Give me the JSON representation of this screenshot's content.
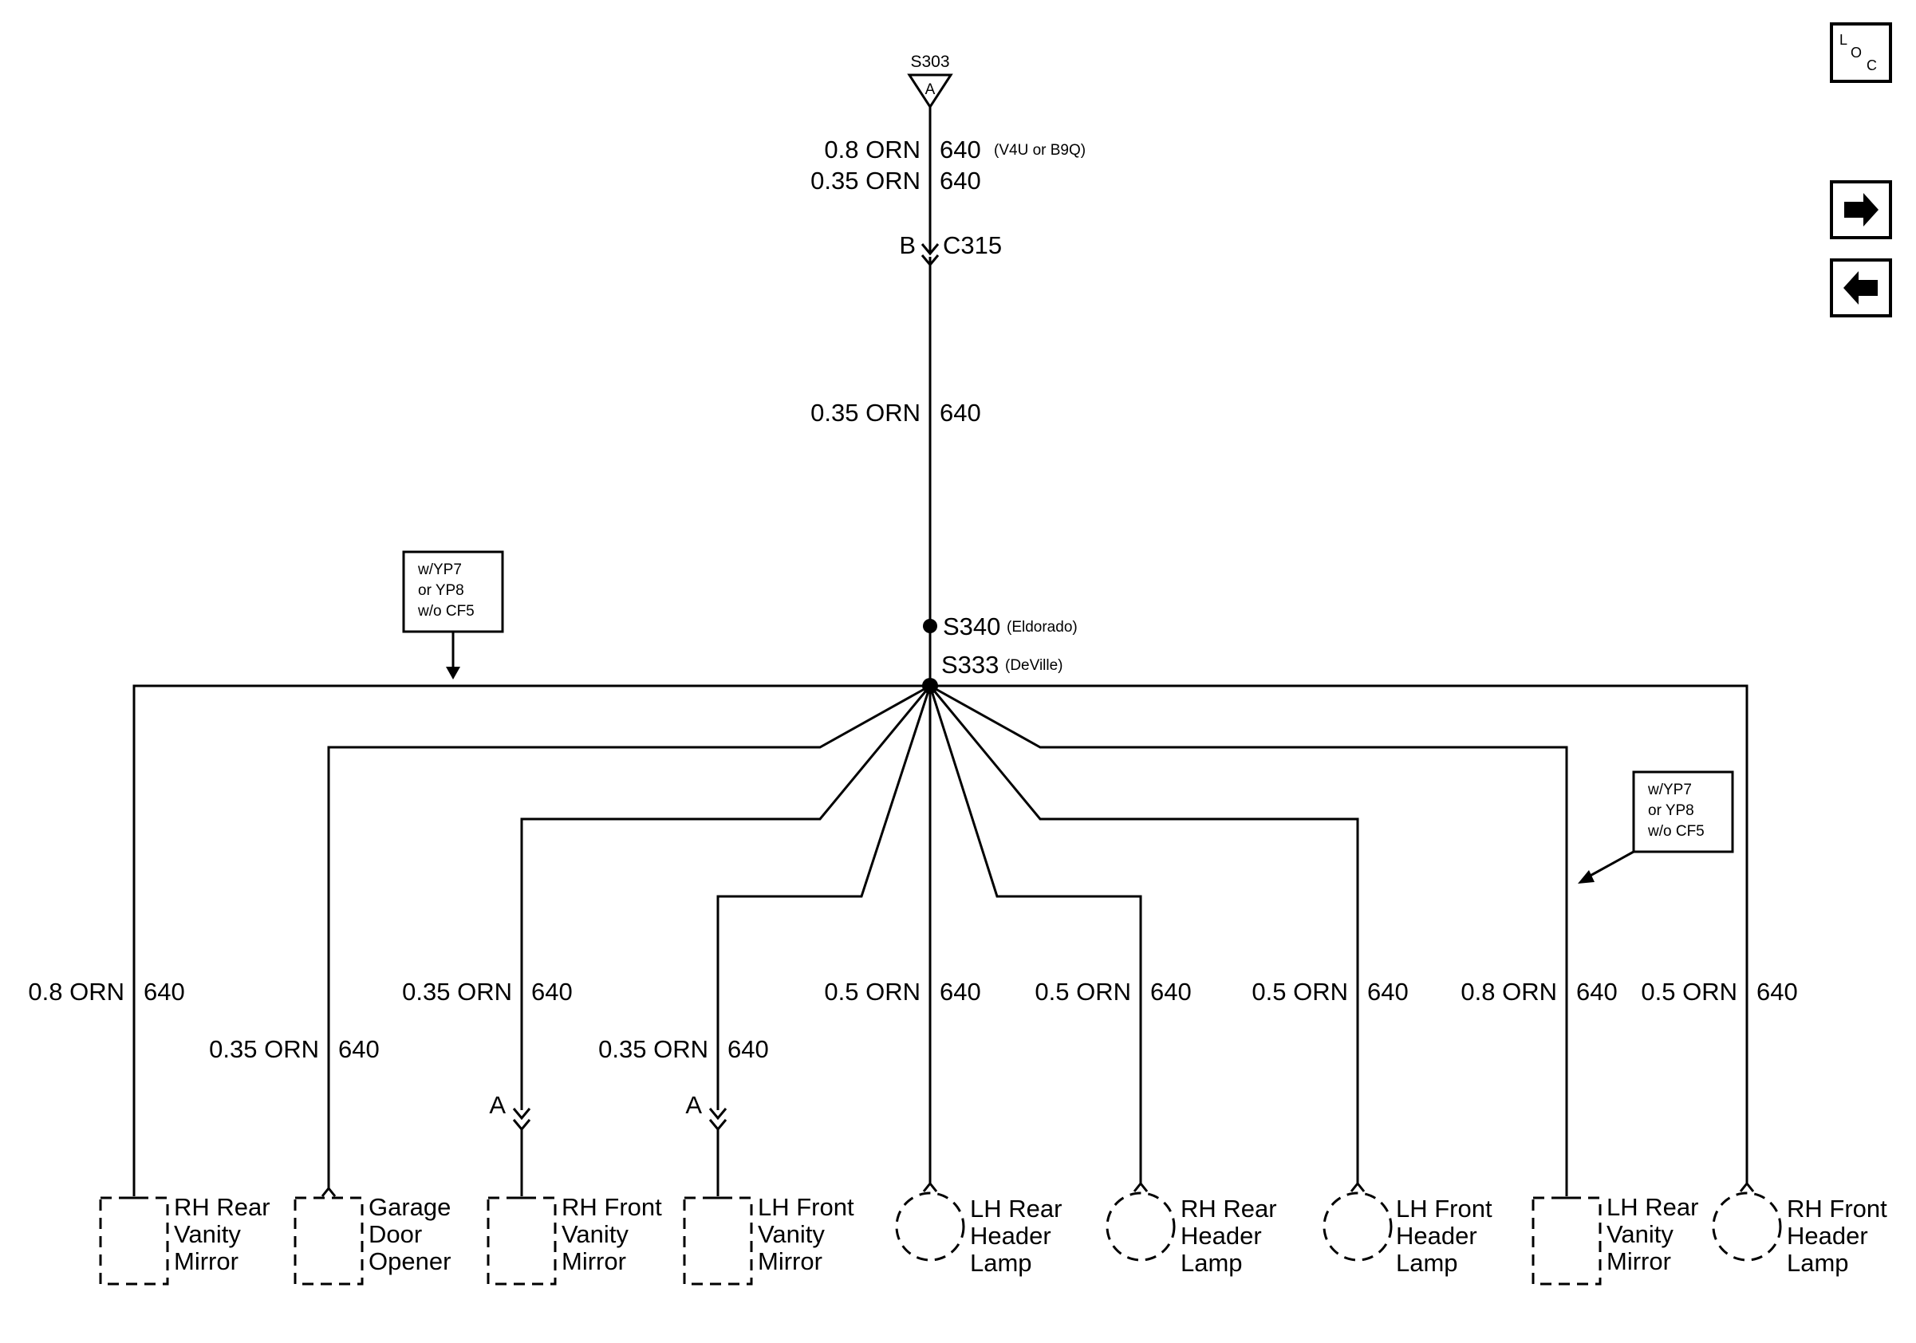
{
  "splice_top": {
    "id": "S303",
    "pin": "A"
  },
  "top_wire": {
    "line1": {
      "size": "0.8 ORN",
      "circuit": "640",
      "note": "(V4U or B9Q)"
    },
    "line2": {
      "size": "0.35 ORN",
      "circuit": "640"
    }
  },
  "connector_c315": {
    "pin": "B",
    "id": "C315"
  },
  "mid_wire": {
    "size": "0.35 ORN",
    "circuit": "640"
  },
  "splice_main": {
    "s340": "S340",
    "s340_note": "(Eldorado)",
    "s333": "S333",
    "s333_note": "(DeVille)"
  },
  "option_note_left": {
    "l1": "w/YP7",
    "l2": "or YP8",
    "l3": "w/o CF5"
  },
  "option_note_right": {
    "l1": "w/YP7",
    "l2": "or YP8",
    "l3": "w/o CF5"
  },
  "branches": [
    {
      "size": "0.8 ORN",
      "circuit": "640",
      "conn_pin": "",
      "name1": "RH Rear",
      "name2": "Vanity",
      "name3": "Mirror"
    },
    {
      "size": "0.35 ORN",
      "circuit": "640",
      "conn_pin": "",
      "name1": "Garage",
      "name2": "Door",
      "name3": "Opener"
    },
    {
      "size": "0.35 ORN",
      "circuit": "640",
      "conn_pin": "A",
      "name1": "RH Front",
      "name2": "Vanity",
      "name3": "Mirror"
    },
    {
      "size": "0.35 ORN",
      "circuit": "640",
      "conn_pin": "A",
      "name1": "LH Front",
      "name2": "Vanity",
      "name3": "Mirror"
    },
    {
      "size": "0.5 ORN",
      "circuit": "640",
      "conn_pin": "",
      "name1": "LH Rear",
      "name2": "Header",
      "name3": "Lamp"
    },
    {
      "size": "0.5 ORN",
      "circuit": "640",
      "conn_pin": "",
      "name1": "RH Rear",
      "name2": "Header",
      "name3": "Lamp"
    },
    {
      "size": "0.5 ORN",
      "circuit": "640",
      "conn_pin": "",
      "name1": "LH Front",
      "name2": "Header",
      "name3": "Lamp"
    },
    {
      "size": "0.8 ORN",
      "circuit": "640",
      "conn_pin": "",
      "name1": "LH Rear",
      "name2": "Vanity",
      "name3": "Mirror"
    },
    {
      "size": "0.5 ORN",
      "circuit": "640",
      "conn_pin": "",
      "name1": "RH Front",
      "name2": "Header",
      "name3": "Lamp"
    }
  ],
  "nav": {
    "loc_l": "L",
    "loc_o": "O",
    "loc_c": "C",
    "next_icon": "arrow-right-icon",
    "prev_icon": "arrow-left-icon"
  }
}
